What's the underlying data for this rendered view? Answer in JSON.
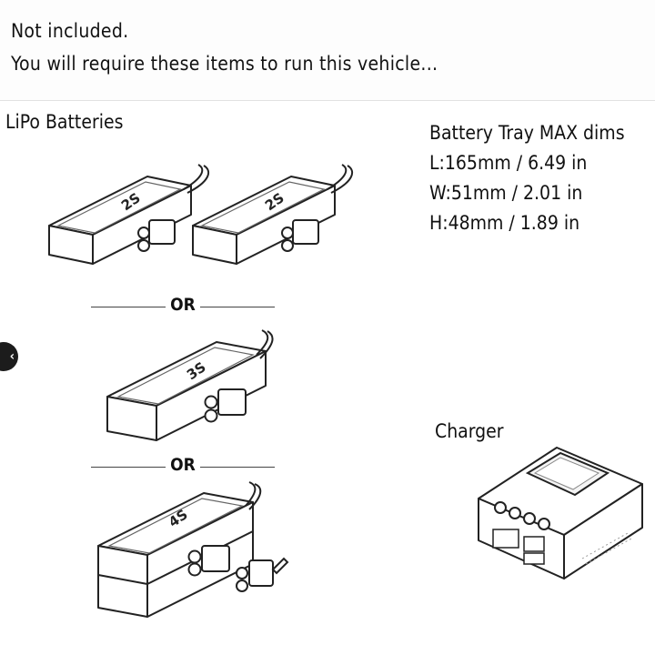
{
  "header": {
    "line1": "Not included.",
    "line2": "You will require these items to run this vehicle..."
  },
  "batteries": {
    "title": "LiPo Batteries",
    "or_label": "OR",
    "pack_2s": "2S",
    "pack_3s": "3S",
    "pack_4s": "4S"
  },
  "tray": {
    "title": "Battery Tray MAX dims",
    "length": "L:165mm / 6.49 in",
    "width": "W:51mm / 2.01 in",
    "height": "H:48mm / 1.89 in"
  },
  "charger": {
    "title": "Charger"
  },
  "nav": {
    "prev_icon": "chevron-left-icon",
    "prev_glyph": "‹"
  }
}
